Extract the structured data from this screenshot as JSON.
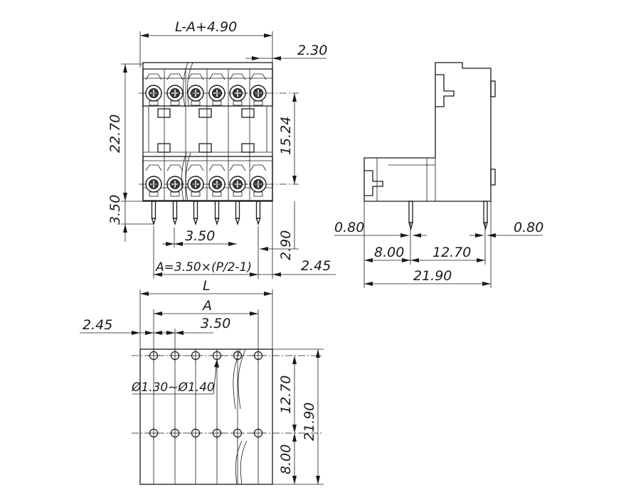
{
  "front_view": {
    "dim_top_width": "L-A+4.90",
    "dim_top_right": "2.30",
    "dim_height": "22.70",
    "dim_row_spacing": "15.24",
    "dim_pin_length": "3.50",
    "dim_pitch": "3.50",
    "dim_pin_offset": "2.90",
    "dim_a_formula": "A=3.50×(P/2-1)",
    "dim_right_margin": "2.45"
  },
  "side_view": {
    "dim_pin_left": "0.80",
    "dim_pin_right": "0.80",
    "dim_front_offset": "8.00",
    "dim_pin_spacing": "12.70",
    "dim_depth": "21.90"
  },
  "pcb_layout": {
    "dim_total": "L",
    "dim_a": "A",
    "dim_edge": "2.45",
    "dim_pitch": "3.50",
    "dim_hole": "Ø1.30~Ø1.40",
    "dim_row_spacing": "12.70",
    "dim_total_depth": "21.90",
    "dim_edge_bottom": "8.00"
  },
  "colors": {
    "line": "#1a1a1a",
    "background": "#ffffff"
  }
}
